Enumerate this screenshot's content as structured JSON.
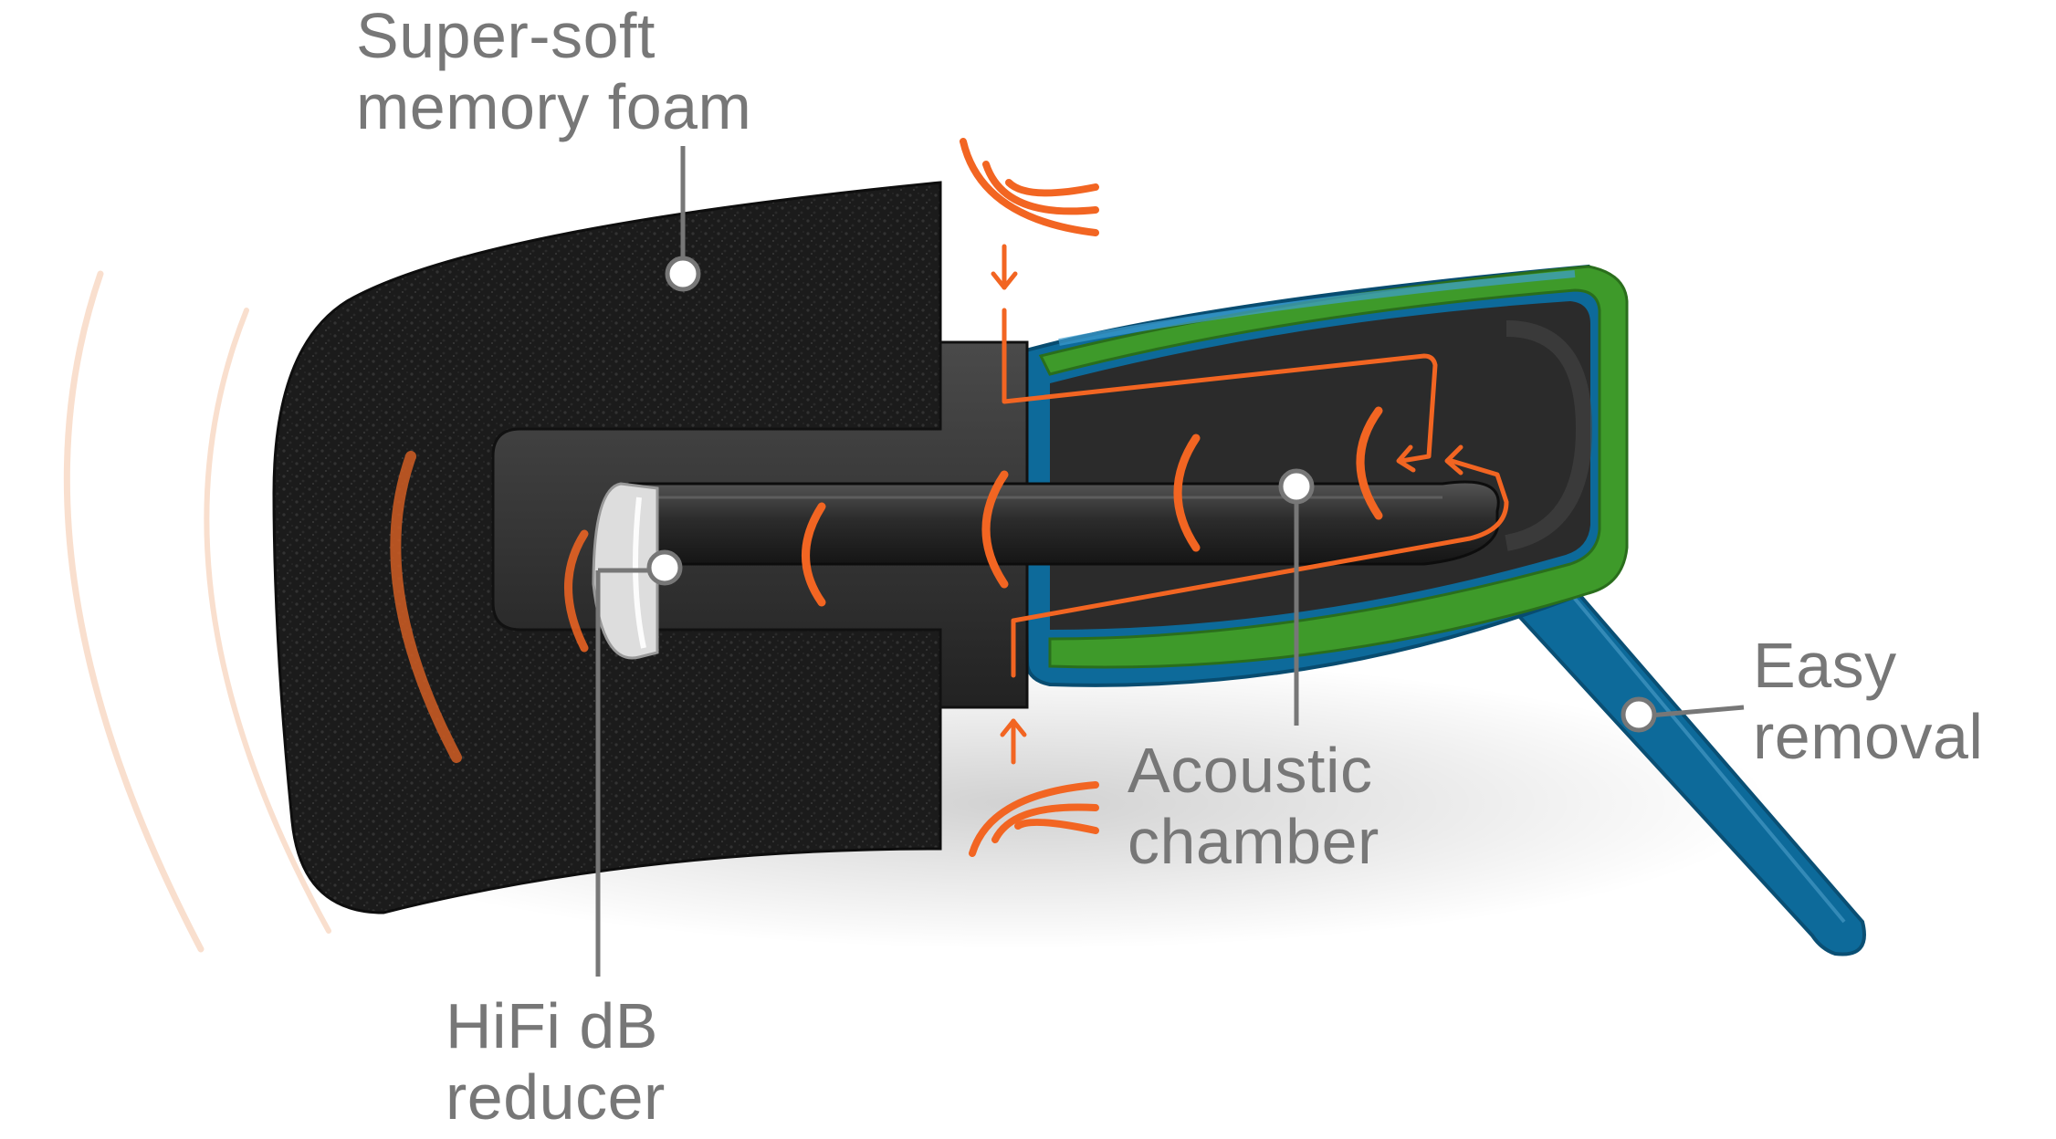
{
  "labels": {
    "foam": {
      "line1": "Super-soft",
      "line2": "memory foam"
    },
    "chamber": {
      "line1": "Acoustic",
      "line2": "chamber"
    },
    "removal": {
      "line1": "Easy",
      "line2": "removal"
    },
    "reducer": {
      "line1": "HiFi dB",
      "line2": "reducer"
    }
  },
  "colors": {
    "label_text": "#777777",
    "foam": "#1a1a1a",
    "core": "#2e2e2e",
    "tube": "#3a3a3a",
    "shell_blue": "#0d6a9a",
    "shell_green": "#3e9a2a",
    "sound_orange": "#f26522",
    "marker_fill": "#ffffff"
  },
  "icons": [
    "sound-wave-icon",
    "arrow-down-icon",
    "arrow-up-icon",
    "callout-marker-icon"
  ]
}
